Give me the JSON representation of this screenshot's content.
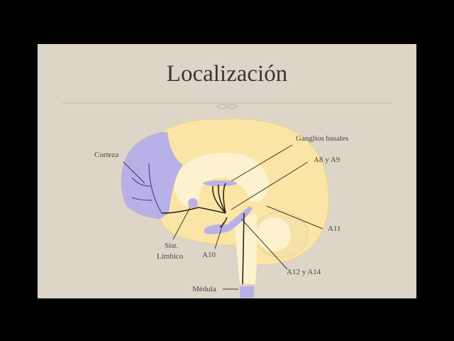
{
  "slide": {
    "title": "Localización",
    "labels": {
      "corteza": "Corteza",
      "ganglios": "Ganglios basales",
      "a8a9": "A8 y A9",
      "a11": "A11",
      "sist1": "Sist.",
      "sist2": "Límbico",
      "a10": "A10",
      "a12a14": "A12 y A14",
      "medula": "Médula"
    }
  },
  "colors": {
    "background": "#000000",
    "slide": "#ddd6c8",
    "brain": "#fbe5a6",
    "highlight": "#b9b0e8",
    "inner": "#fdf2cf"
  }
}
